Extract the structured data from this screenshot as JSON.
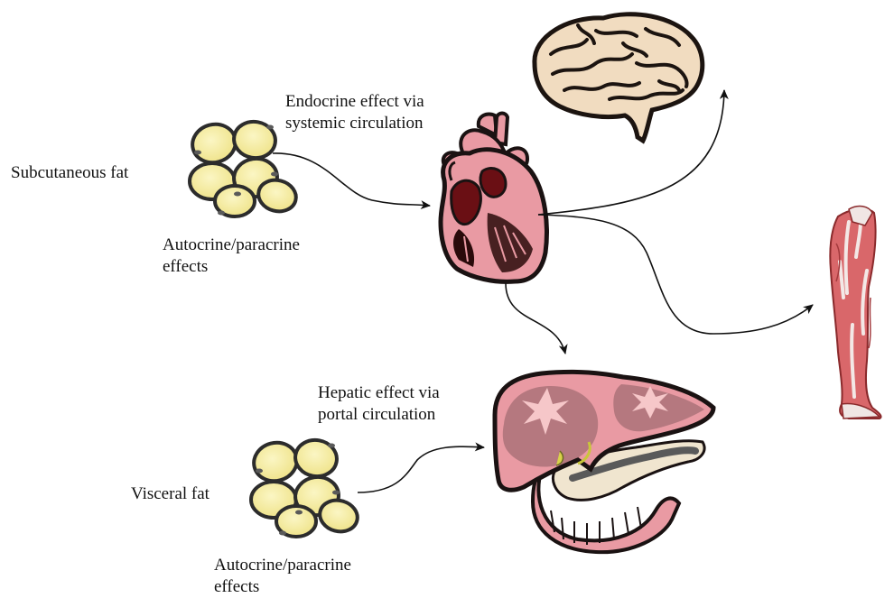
{
  "labels": {
    "subcutaneous_fat": "Subcutaneous fat",
    "visceral_fat": "Visceral fat",
    "autocrine_top": [
      "Autocrine/paracrine",
      "effects"
    ],
    "autocrine_bottom": [
      "Autocrine/paracrine",
      "effects"
    ],
    "endocrine": [
      "Endocrine effect via",
      "systemic circulation"
    ],
    "hepatic": [
      "Hepatic effect via",
      "portal circulation"
    ]
  },
  "icons": {
    "brain": "brain-icon",
    "heart": "heart-icon",
    "leg_muscle": "leg-muscle-icon",
    "liver_pancreas": "liver-pancreas-icon",
    "fat_cells": "fat-cells-icon"
  },
  "colors": {
    "fat_cell_fill": "#f6efa2",
    "fat_cell_edge": "#2c2c2c",
    "organ_pink": "#e99aa3",
    "organ_dark": "#1a1212",
    "brain_fill": "#f1dcc0",
    "muscle_red": "#d9676a",
    "arrow": "#111111"
  }
}
